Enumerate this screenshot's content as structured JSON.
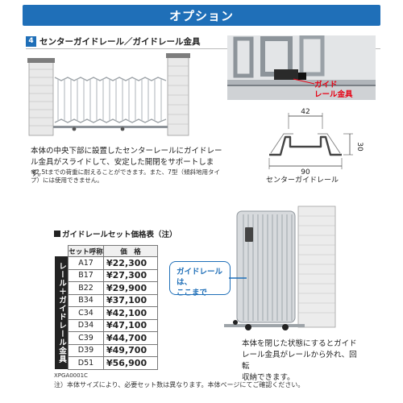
{
  "header": {
    "title": "オプション"
  },
  "section": {
    "number": "4",
    "title": "センターガイドレール／ガイドレール金具"
  },
  "labels": {
    "guide_fitting": [
      "ガイド",
      "レール金具"
    ],
    "rail_name": "センターガイドレール",
    "callout": [
      "ガイドレールは、",
      "ここまで"
    ]
  },
  "dimensions": {
    "top": "42",
    "height": "30",
    "bottom": "90"
  },
  "description": [
    "本体の中央下部に設置したセンターレールにガイドレー",
    "ル金具がスライドして、安定した開閉をサポートします。"
  ],
  "note": [
    "※2.5tまでの荷重に耐えることができます。また、7型（傾斜地用タイ",
    "プ）には使用できません。"
  ],
  "table": {
    "title": "ガイドレールセット価格表（注）",
    "side_label": "レール＋ガイドレール金具",
    "headers": [
      "セット呼称",
      "価　格"
    ],
    "rows": [
      {
        "set": "A17",
        "price": "¥22,300"
      },
      {
        "set": "B17",
        "price": "¥27,300"
      },
      {
        "set": "B22",
        "price": "¥29,900"
      },
      {
        "set": "B34",
        "price": "¥37,100"
      },
      {
        "set": "C34",
        "price": "¥42,100"
      },
      {
        "set": "D34",
        "price": "¥47,100"
      },
      {
        "set": "C39",
        "price": "¥44,700"
      },
      {
        "set": "D39",
        "price": "¥49,700"
      },
      {
        "set": "D51",
        "price": "¥56,900"
      }
    ],
    "code": "XPGA0001C"
  },
  "closed_text": [
    "本体を閉じた状態にするとガイド",
    "レール金具がレールから外れ、回転",
    "収納できます。"
  ],
  "footnote": "注）本体サイズにより、必要セット数は異なります。本体ページにてご確認ください。",
  "colors": {
    "accent": "#1f6fb8",
    "highlight": "#e60012"
  }
}
